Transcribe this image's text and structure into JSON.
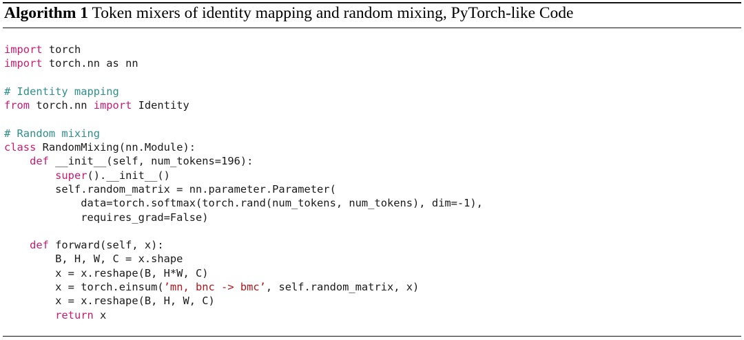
{
  "algorithm": {
    "label": "Algorithm 1",
    "caption": "Token mixers of identity mapping and random mixing, PyTorch-like Code"
  },
  "code": {
    "lines": [
      [
        {
          "t": "kw",
          "v": "import"
        },
        {
          "t": "tx",
          "v": " torch"
        }
      ],
      [
        {
          "t": "kw",
          "v": "import"
        },
        {
          "t": "tx",
          "v": " torch.nn as nn"
        }
      ],
      [],
      [
        {
          "t": "cm",
          "v": "# Identity mapping"
        }
      ],
      [
        {
          "t": "kw",
          "v": "from"
        },
        {
          "t": "tx",
          "v": " torch.nn "
        },
        {
          "t": "kw",
          "v": "import"
        },
        {
          "t": "tx",
          "v": " Identity"
        }
      ],
      [],
      [
        {
          "t": "cm",
          "v": "# Random mixing"
        }
      ],
      [
        {
          "t": "kw",
          "v": "class"
        },
        {
          "t": "tx",
          "v": " RandomMixing(nn.Module):"
        }
      ],
      [
        {
          "t": "tx",
          "v": "    "
        },
        {
          "t": "kw",
          "v": "def"
        },
        {
          "t": "tx",
          "v": " __init__(self, num_tokens=196):"
        }
      ],
      [
        {
          "t": "tx",
          "v": "        "
        },
        {
          "t": "kw",
          "v": "super"
        },
        {
          "t": "tx",
          "v": "().__init__()"
        }
      ],
      [
        {
          "t": "tx",
          "v": "        self.random_matrix = nn.parameter.Parameter("
        }
      ],
      [
        {
          "t": "tx",
          "v": "            data=torch.softmax(torch.rand(num_tokens, num_tokens), dim=-1),"
        }
      ],
      [
        {
          "t": "tx",
          "v": "            requires_grad=False)"
        }
      ],
      [],
      [
        {
          "t": "tx",
          "v": "    "
        },
        {
          "t": "kw",
          "v": "def"
        },
        {
          "t": "tx",
          "v": " forward(self, x):"
        }
      ],
      [
        {
          "t": "tx",
          "v": "        B, H, W, C = x.shape"
        }
      ],
      [
        {
          "t": "tx",
          "v": "        x = x.reshape(B, H*W, C)"
        }
      ],
      [
        {
          "t": "tx",
          "v": "        x = torch.einsum("
        },
        {
          "t": "st",
          "v": "’mn, bnc -> bmc’"
        },
        {
          "t": "tx",
          "v": ", self.random_matrix, x)"
        }
      ],
      [
        {
          "t": "tx",
          "v": "        x = x.reshape(B, H, W, C)"
        }
      ],
      [
        {
          "t": "tx",
          "v": "        "
        },
        {
          "t": "kw",
          "v": "return"
        },
        {
          "t": "tx",
          "v": " x"
        }
      ]
    ]
  },
  "colors": {
    "keyword": "#cc1a70",
    "comment": "#2e8f8a",
    "string": "#b3151b",
    "text": "#1a1a1a"
  }
}
